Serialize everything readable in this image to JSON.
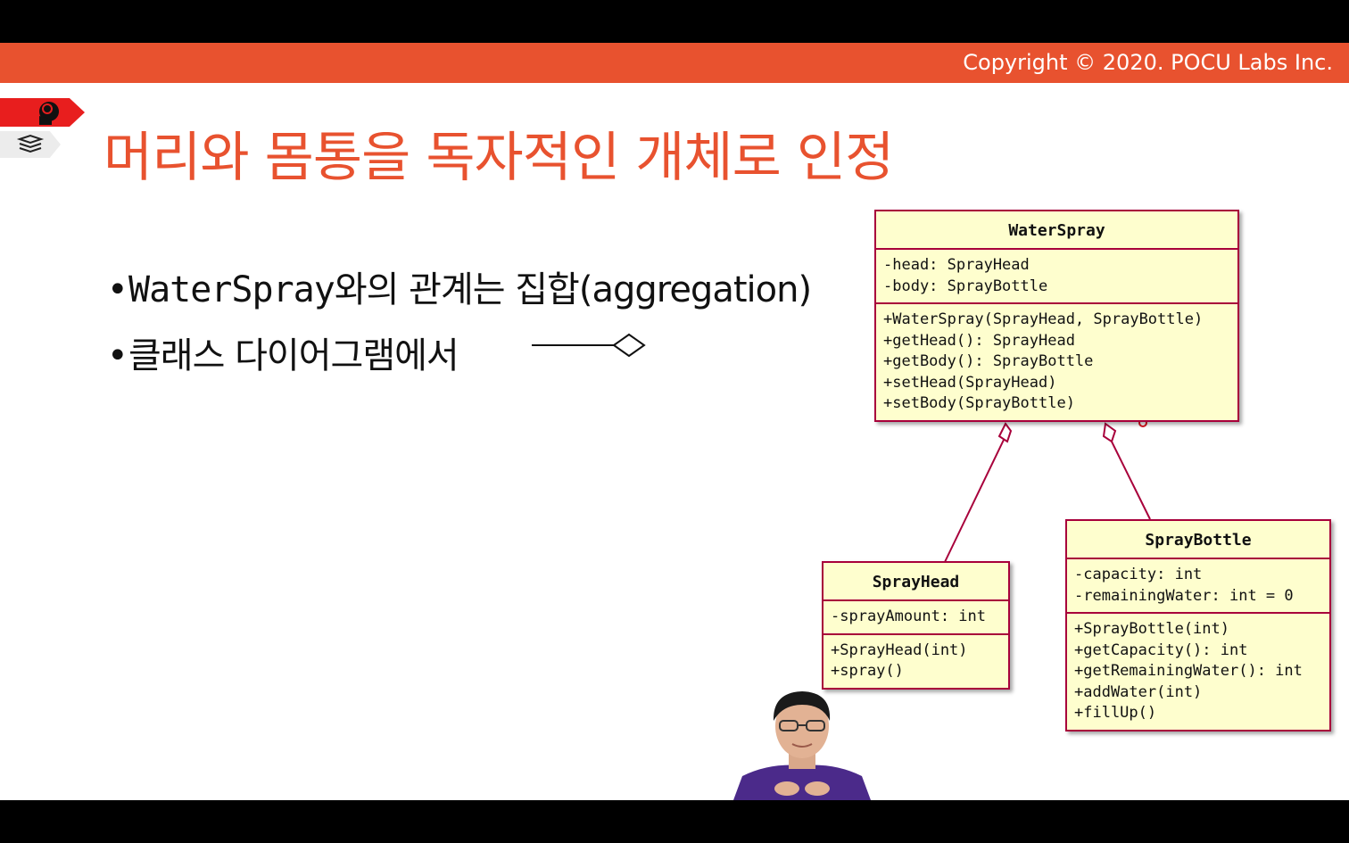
{
  "header": {
    "copyright": "Copyright © 2020. POCU Labs Inc."
  },
  "title": "머리와 몸통을 독자적인 개체로 인정",
  "bullets": {
    "b1_mono": "WaterSpray",
    "b1_text": "와의 관계는 집합(aggregation)",
    "b2_text": "클래스 다이어그램에서"
  },
  "classes": {
    "waterspray": {
      "name": "WaterSpray",
      "attributes": [
        "-head: SprayHead",
        "-body: SprayBottle"
      ],
      "methods": [
        "+WaterSpray(SprayHead, SprayBottle)",
        "+getHead(): SprayHead",
        "+getBody(): SprayBottle",
        "+setHead(SprayHead)",
        "+setBody(SprayBottle)"
      ]
    },
    "sprayhead": {
      "name": "SprayHead",
      "attributes": [
        "-sprayAmount: int"
      ],
      "methods": [
        "+SprayHead(int)",
        "+spray()"
      ]
    },
    "spraybottle": {
      "name": "SprayBottle",
      "attributes": [
        "-capacity: int",
        "-remainingWater: int = 0"
      ],
      "methods": [
        "+SprayBottle(int)",
        "+getCapacity(): int",
        "+getRemainingWater(): int",
        "+addWater(int)",
        "+fillUp()"
      ]
    }
  },
  "colors": {
    "accent": "#e8522f",
    "uml_border": "#a8003b",
    "uml_fill": "#fefece"
  },
  "icons": [
    "brain-head-icon",
    "books-icon"
  ]
}
